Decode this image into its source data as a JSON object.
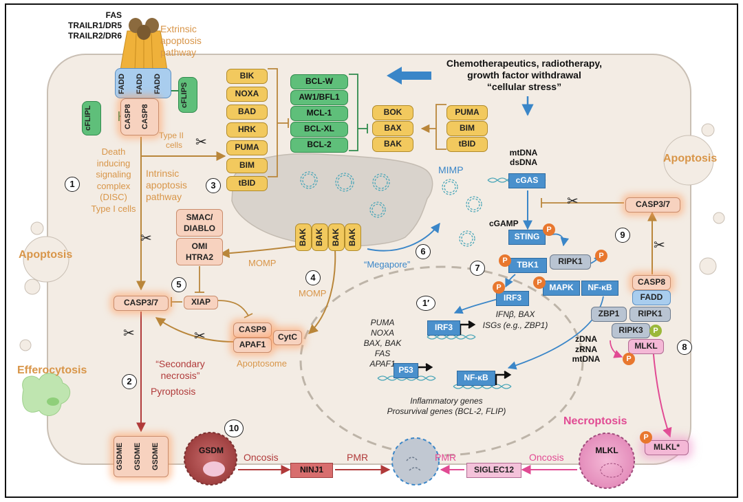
{
  "receptors": {
    "line1": "FAS",
    "line2": "TRAILR1/DR5",
    "line3": "TRAILR2/DR6"
  },
  "extrinsic_label": {
    "line1": "Extrinsic",
    "line2": "apoptosis",
    "line3": "pathway"
  },
  "fadd": [
    "FADD",
    "FADD",
    "FADD"
  ],
  "casp8_disc": [
    "CASP8",
    "CASP8"
  ],
  "cflip_l": "cFLIPL",
  "cflip_s": "cFLIPS",
  "disc_label": {
    "line1": "Death",
    "line2": "inducing",
    "line3": "signaling",
    "line4": "complex",
    "line5": "(DISC)",
    "line6": "Type I cells"
  },
  "type2_label": {
    "line1": "Type II",
    "line2": "cells"
  },
  "intrinsic_label": {
    "line1": "Intrinsic",
    "line2": "apoptosis",
    "line3": "pathway"
  },
  "bh3_only": [
    "BIK",
    "NOXA",
    "BAD",
    "HRK",
    "PUMA",
    "BIM",
    "tBID"
  ],
  "antiapoptotic": [
    "BCL-W",
    "AW1/BFL1",
    "MCL-1",
    "BCL-XL",
    "BCL-2"
  ],
  "effectors": [
    "BOK",
    "BAX",
    "BAK"
  ],
  "activators": [
    "PUMA",
    "BIM",
    "tBID"
  ],
  "stress": {
    "line1": "Chemotherapeutics, radiotherapy,",
    "line2": "growth factor withdrawal",
    "line3": "“cellular stress”"
  },
  "mito_dna": {
    "line1": "mtDNA",
    "line2": "dsDNA"
  },
  "mimp": "MIMP",
  "megapore": "“Megapore”",
  "bak_pore": [
    "BAK",
    "BAK",
    "BAK",
    "BAK"
  ],
  "momp1": "MOMP",
  "momp2": "MOMP",
  "smac": {
    "line1": "SMAC/",
    "line2": "DIABLO"
  },
  "omi": {
    "line1": "OMI",
    "line2": "HTRA2"
  },
  "xiap": "XIAP",
  "casp37_left": "CASP3/7",
  "casp37_right": "CASP3/7",
  "casp9": "CASP9",
  "apaf1": "APAF1",
  "cytc": "CytC",
  "apoptosome_label": "Apoptosome",
  "secondary_necrosis": {
    "line1": "“Secondary",
    "line2": "necrosis”"
  },
  "pyroptosis": "Pyroptosis",
  "gsdme": [
    "GSDME",
    "GSDME",
    "GSDME"
  ],
  "apoptosis_left": "Apoptosis",
  "apoptosis_right": "Apoptosis",
  "efferocytosis": "Efferocytosis",
  "necroptosis": "Necroptosis",
  "cgas": "cGAS",
  "cgamp": "cGAMP",
  "sting": "STING",
  "tbk1": "TBK1",
  "ripk1_top": "RIPK1",
  "mapk": "MAPK",
  "nfkb_top": "NF-κB",
  "irf3_top": "IRF3",
  "irf3_nuc": "IRF3",
  "ifn_text": {
    "line1": "IFNβ, BAX",
    "line2": "ISGs (e.g., ZBP1)"
  },
  "p53_targets": [
    "PUMA",
    "NOXA",
    "BAX, BAK",
    "FAS",
    "APAF1"
  ],
  "p53": "P53",
  "nfkb_nuc": "NF-κB",
  "inflammatory": {
    "line1": "Inflammatory genes",
    "line2": "Prosurvival genes (BCL-2, FLIP)"
  },
  "necrosome": {
    "casp8": "CASP8",
    "fadd": "FADD",
    "zbp1": "ZBP1",
    "ripk1": "RIPK1",
    "ripk3": "RIPK3",
    "mlkl": "MLKL"
  },
  "nucleic_acids": {
    "line1": "zDNA",
    "line2": "zRNA",
    "line3": "mtDNA"
  },
  "mlkl_star": "MLKL*",
  "phospho": "P",
  "gsdm_cell": "GSDM",
  "mlkl_cell": "MLKL",
  "oncosis_left": "Oncosis",
  "ninj1": "NINJ1",
  "pmr_left": "PMR",
  "pmr_right": "PMR",
  "siglec12": "SIGLEC12",
  "oncosis_right": "Oncosis",
  "numbers": [
    "1",
    "2",
    "3",
    "4",
    "5",
    "6",
    "7",
    "8",
    "9",
    "10",
    "1′"
  ],
  "colors": {
    "orange": "#d89548",
    "blue": "#3a86c8",
    "red": "#b03a3a",
    "pink": "#e14a93",
    "green": "#5fbf7a",
    "yellow": "#f2c95e",
    "cell": "#f3ece4"
  }
}
